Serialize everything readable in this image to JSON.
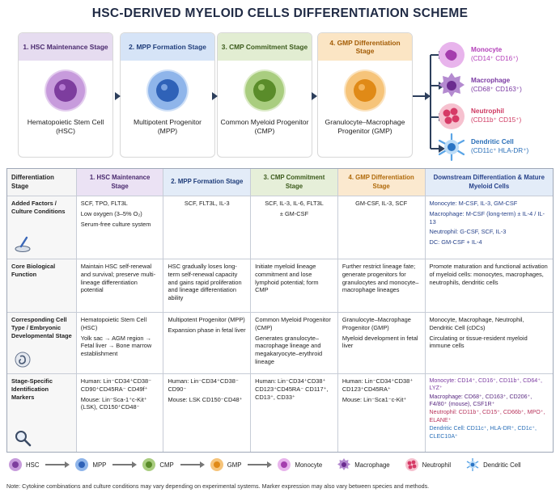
{
  "title": "HSC-DERIVED MYELOID CELLS DIFFERENTIATION SCHEME",
  "colors": {
    "hsc": "#9b59b6",
    "mpp": "#4a7fd4",
    "cmp": "#7fae47",
    "gmp": "#f0a23c",
    "monocyte": "#c158c9",
    "macrophage": "#8e44ad",
    "neutrophil": "#e0537a",
    "dendritic": "#3a8fd9"
  },
  "stages": [
    {
      "head": "1. HSC Maintenance Stage",
      "name": "Hematopoietic Stem Cell (HSC)"
    },
    {
      "head": "2. MPP Formation Stage",
      "name": "Multipotent Progenitor (MPP)"
    },
    {
      "head": "3. CMP Commitment Stage",
      "name": "Common Myeloid Progenitor (CMP)"
    },
    {
      "head": "4. GMP Differentiation Stage",
      "name": "Granulocyte–Macrophage Progenitor (GMP)"
    }
  ],
  "mature": [
    {
      "name": "Monocyte",
      "marker": "(CD14⁺ CD16⁺)"
    },
    {
      "name": "Macrophage",
      "marker": "(CD68⁺ CD163⁺)"
    },
    {
      "name": "Neutrophil",
      "marker": "(CD11b⁺ CD15⁺)"
    },
    {
      "name": "Dendritic Cell",
      "marker": "(CD11c⁺ HLA-DR⁺)"
    }
  ],
  "table": {
    "header": [
      "Differentiation Stage",
      "1. HSC Maintenance Stage",
      "2. MPP Formation Stage",
      "3. CMP Commitment Stage",
      "4. GMP Differentiation Stage",
      "Downstream Differentiation & Mature Myeloid Cells"
    ],
    "rows": [
      {
        "label": "Added Factors / Culture Conditions",
        "icon": "petri-dish-icon",
        "cells": [
          [
            "SCF, TPO, FLT3L",
            "Low oxygen (3–5% O₂)",
            "Serum-free culture system"
          ],
          [
            "SCF, FLT3L, IL-3"
          ],
          [
            "SCF, IL-3, IL-6, FLT3L",
            "± GM-CSF"
          ],
          [
            "GM-CSF, IL-3, SCF"
          ],
          [
            "Monocyte: M-CSF, IL-3, GM-CSF",
            "Macrophage: M-CSF (long-term) ± IL-4 / IL-13",
            "Neutrophil: G-CSF, SCF, IL-3",
            "DC: GM-CSF + IL-4"
          ]
        ]
      },
      {
        "label": "Core Biological Function",
        "icon": "",
        "cells": [
          [
            "Maintain HSC self-renewal and survival; preserve multi-lineage differentiation potential"
          ],
          [
            "HSC gradually loses long-term self-renewal capacity and gains rapid proliferation and lineage differentiation ability"
          ],
          [
            "Initiate myeloid lineage commitment and lose lymphoid potential; form CMP"
          ],
          [
            "Further restrict lineage fate; generate progenitors for granulocytes and monocyte–macrophage lineages"
          ],
          [
            "Promote maturation and functional activation of myeloid cells: monocytes, macrophages, neutrophils, dendritic cells"
          ]
        ]
      },
      {
        "label": "Corresponding Cell Type / Embryonic Developmental Stage",
        "icon": "embryo-icon",
        "cells": [
          [
            "Hematopoietic Stem Cell (HSC)",
            "Yolk sac → AGM region → Fetal liver → Bone marrow establishment"
          ],
          [
            "Multipotent Progenitor (MPP)",
            "Expansion phase in fetal liver"
          ],
          [
            "Common Myeloid Progenitor (CMP)",
            "Generates granulocyte–macrophage lineage and megakaryocyte–erythroid lineage"
          ],
          [
            "Granulocyte–Macrophage Progenitor (GMP)",
            "Myeloid development in fetal liver"
          ],
          [
            "Monocyte, Macrophage, Neutrophil, Dendritic Cell (cDCs)",
            "Circulating or tissue-resident myeloid immune cells"
          ]
        ]
      },
      {
        "label": "Stage-Specific Identification Markers",
        "icon": "magnifier-icon",
        "cells": [
          [
            "Human: Lin⁻CD34⁺CD38⁻ CD90⁺CD45RA⁻ CD49f⁺",
            "Mouse: Lin⁻Sca-1⁺c-Kit⁺ (LSK), CD150⁺CD48⁻"
          ],
          [
            "Human: Lin⁻CD34⁺CD38⁻ CD90⁻",
            "Mouse: LSK CD150⁻CD48⁺"
          ],
          [
            "Human: Lin⁻CD34⁺CD38⁺ CD123⁺CD45RA⁻ CD117⁺, CD13⁺, CD33⁺"
          ],
          [
            "Human: Lin⁻CD34⁺CD38⁺ CD123⁺CD45RA⁺",
            "Mouse: Lin⁻Sca1⁻c-Kit⁺"
          ],
          [
            "Monocyte: CD14⁺, CD16⁺, CD11b⁺, CD64⁺, LYZ⁺",
            "Macrophage: CD68⁺, CD163⁺, CD206⁺, F4/80⁺ (mouse), CSF1R⁺",
            "Neutrophil: CD11b⁺, CD15⁺, CD66b⁺, MPO⁺, ELANE⁺",
            "Dendritic Cell: CD11c⁺, HLA-DR⁺, CD1c⁺, CLEC10A⁺"
          ]
        ]
      }
    ]
  },
  "legend": [
    "HSC",
    "MPP",
    "CMP",
    "GMP",
    "Monocyte",
    "Macrophage",
    "Neutrophil",
    "Dendritic Cell"
  ],
  "note": "Note: Cytokine combinations and culture conditions may vary depending on experimental systems. Marker expression may also vary between species and methods."
}
